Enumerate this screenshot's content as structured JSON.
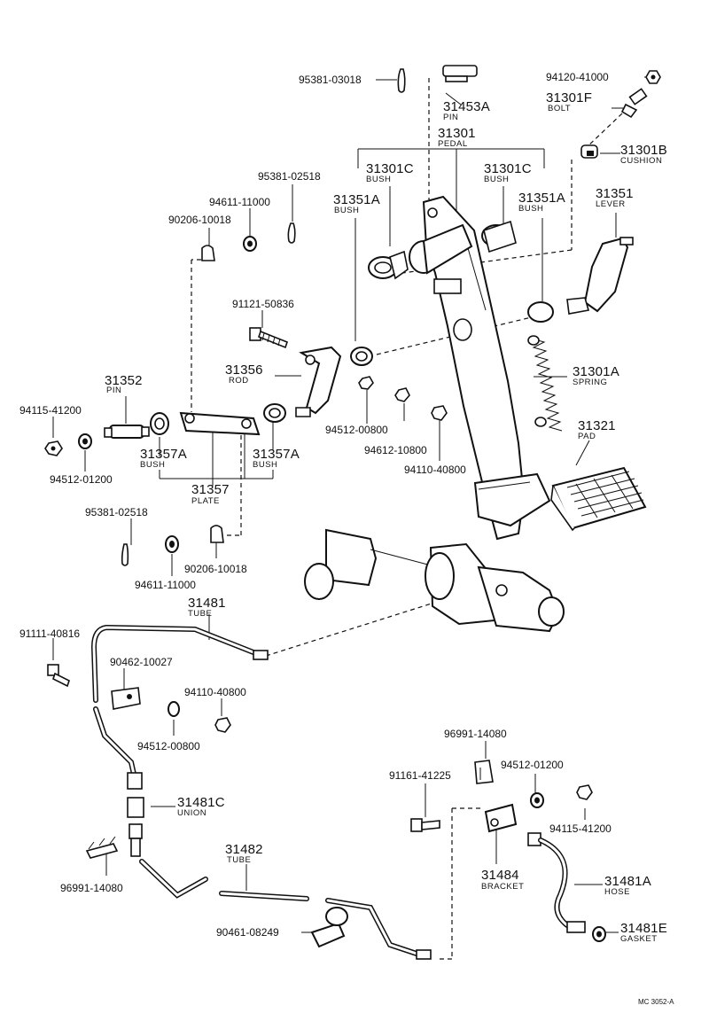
{
  "diagram": {
    "ref_code": "MC 3052-A",
    "labels": {
      "p95381_03018": "95381-03018",
      "p31453A": "31453A",
      "p31453A_sub": "PIN",
      "p94120_41000": "94120-41000",
      "p31301F": "31301F",
      "p31301F_sub": "BOLT",
      "p31301": "31301",
      "p31301_sub": "PEDAL",
      "p31301B": "31301B",
      "p31301B_sub": "CUSHION",
      "p31301C_l": "31301C",
      "p31301C_l_sub": "BUSH",
      "p31301C_r": "31301C",
      "p31301C_r_sub": "BUSH",
      "p31351A_l": "31351A",
      "p31351A_l_sub": "BUSH",
      "p31351A_r": "31351A",
      "p31351A_r_sub": "BUSH",
      "p31351": "31351",
      "p31351_sub": "LEVER",
      "p95381_02518_a": "95381-02518",
      "p94611_11000_a": "94611-11000",
      "p90206_10018_a": "90206-10018",
      "p91121_50836": "91121-50836",
      "p31356": "31356",
      "p31356_sub": "ROD",
      "p31352": "31352",
      "p31352_sub": "PIN",
      "p94115_41200_a": "94115-41200",
      "p94512_01200_a": "94512-01200",
      "p31357A_l": "31357A",
      "p31357A_l_sub": "BUSH",
      "p31357A_r": "31357A",
      "p31357A_r_sub": "BUSH",
      "p31357": "31357",
      "p31357_sub": "PLATE",
      "p94512_00800_a": "94512-00800",
      "p94612_10800": "94612-10800",
      "p94110_40800_a": "94110-40800",
      "p31301A": "31301A",
      "p31301A_sub": "SPRING",
      "p31321": "31321",
      "p31321_sub": "PAD",
      "p95381_02518_b": "95381-02518",
      "p90206_10018_b": "90206-10018",
      "p94611_11000_b": "94611-11000",
      "p31481": "31481",
      "p31481_sub": "TUBE",
      "p91111_40816": "91111-40816",
      "p90462_10027": "90462-10027",
      "p94110_40800_b": "94110-40800",
      "p94512_00800_b": "94512-00800",
      "p96991_14080_a": "96991-14080",
      "p91161_41225": "91161-41225",
      "p94512_01200_b": "94512-01200",
      "p31481C": "31481C",
      "p31481C_sub": "UNION",
      "p94115_41200_b": "94115-41200",
      "p31482": "31482",
      "p31482_sub": "TUBE",
      "p31484": "31484",
      "p31484_sub": "BRACKET",
      "p31481A": "31481A",
      "p31481A_sub": "HOSE",
      "p96991_14080_b": "96991-14080",
      "p90461_08249": "90461-08249",
      "p31481E": "31481E",
      "p31481E_sub": "GASKET"
    }
  }
}
